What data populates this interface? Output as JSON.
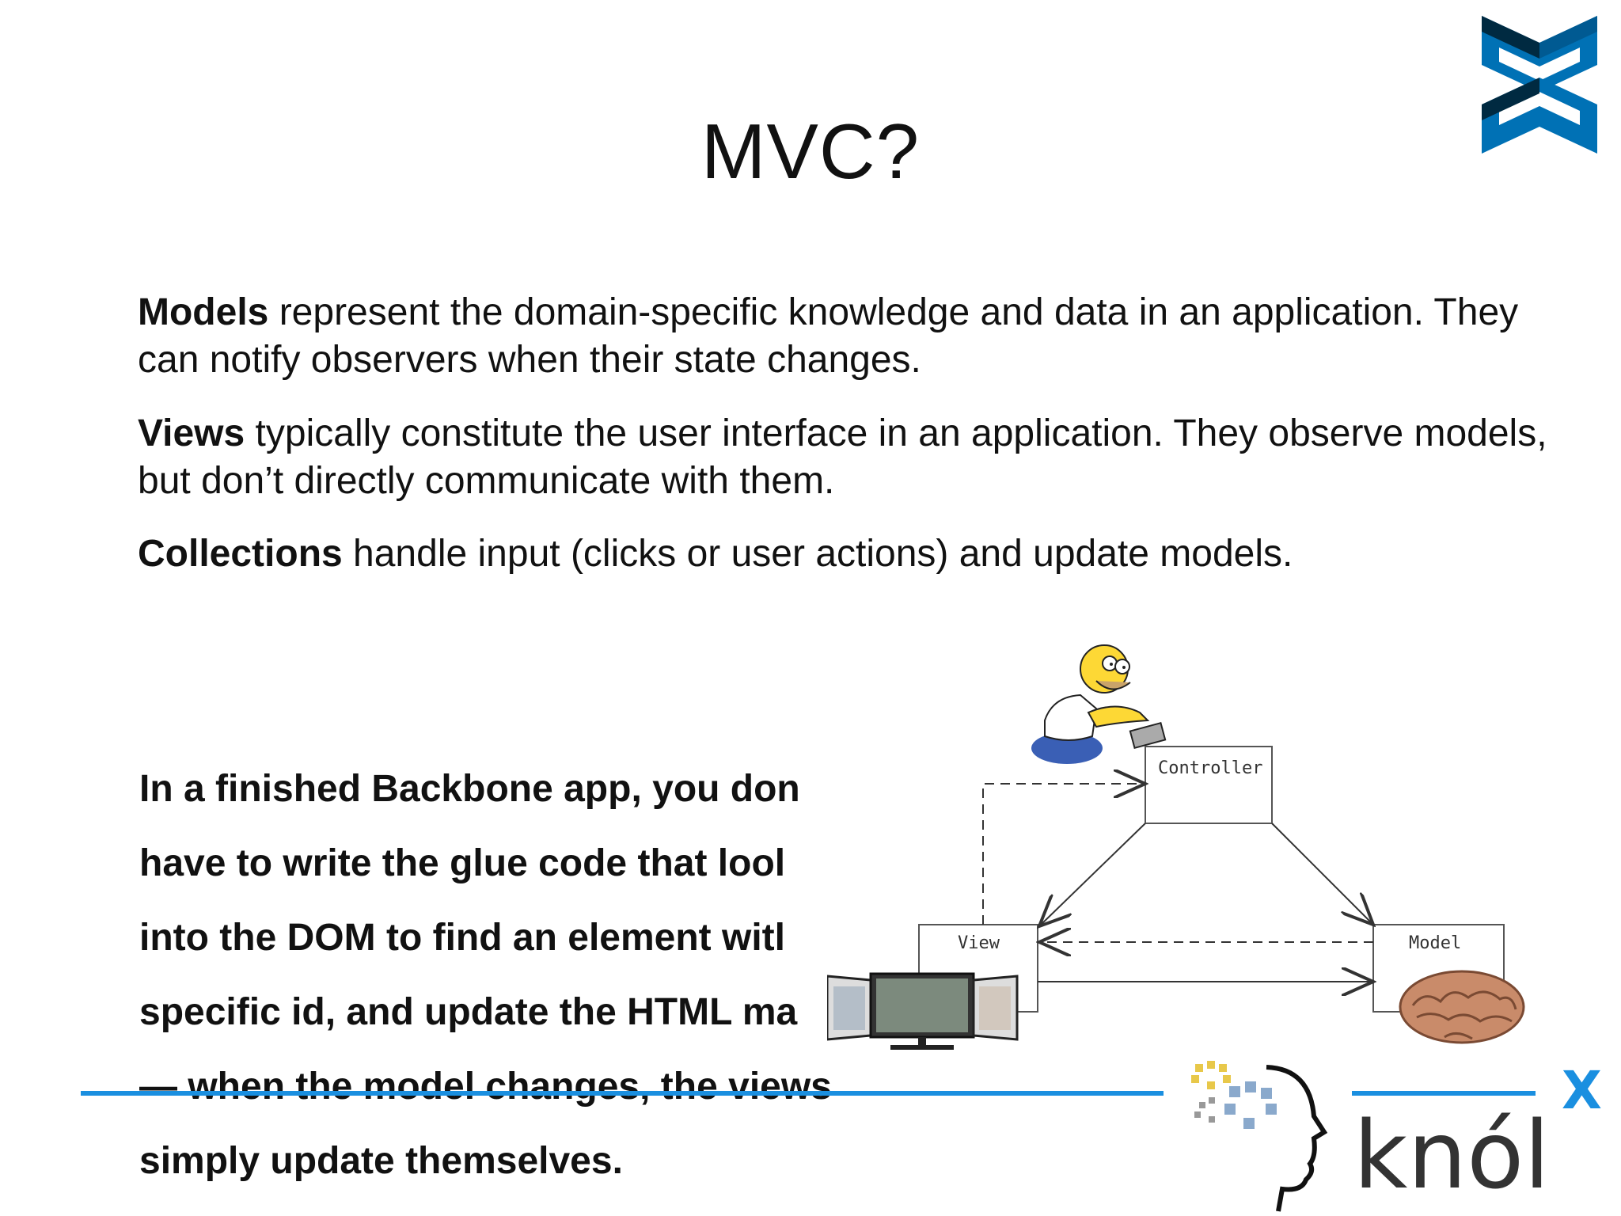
{
  "slide": {
    "title": "MVC?",
    "paragraphs": [
      {
        "term": "Models",
        "text": " represent the domain-specific knowledge and data in an application. They can notify observers when their state changes."
      },
      {
        "term": "Views",
        "text": " typically constitute the user interface in an application. They observe models, but don’t directly communicate with them."
      },
      {
        "term": "Collections",
        "text": " handle input (clicks or user actions) and update models."
      }
    ],
    "finished_lines": [
      "In a finished Backbone app, you don",
      "have to write the glue code that lool",
      "into the DOM to find an element witl",
      "specific id, and update the HTML ma",
      "— when the model changes, the views",
      "simply update themselves."
    ]
  },
  "diagram": {
    "controller_label": "Controller",
    "view_label": "View",
    "model_label": "Model"
  },
  "branding": {
    "knolx_text": "knól",
    "knolx_sup": "X"
  },
  "colors": {
    "accent_blue": "#1a8fe0",
    "backbone_blue": "#0071b5",
    "backbone_dark": "#002a41",
    "knolx_blue": "#1a8fe0",
    "knolx_text": "#333333"
  },
  "icons": [
    "backbone-logo-icon",
    "homer-icon",
    "monitors-icon",
    "brain-icon",
    "knolx-logo-icon"
  ]
}
